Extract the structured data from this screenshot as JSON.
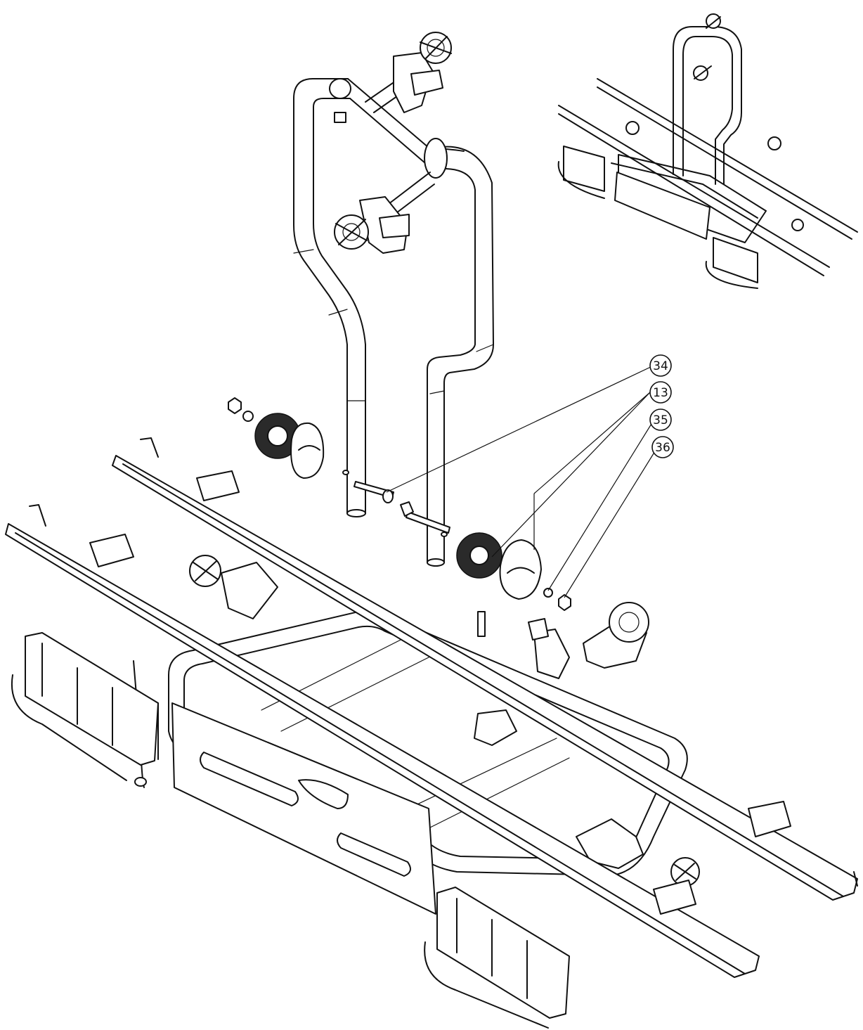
{
  "callouts": [
    {
      "id": "34",
      "label": "34"
    },
    {
      "id": "13",
      "label": "13"
    },
    {
      "id": "35",
      "label": "35"
    },
    {
      "id": "36",
      "label": "36"
    }
  ],
  "colors": {
    "line": "#111111",
    "background": "#ffffff"
  }
}
